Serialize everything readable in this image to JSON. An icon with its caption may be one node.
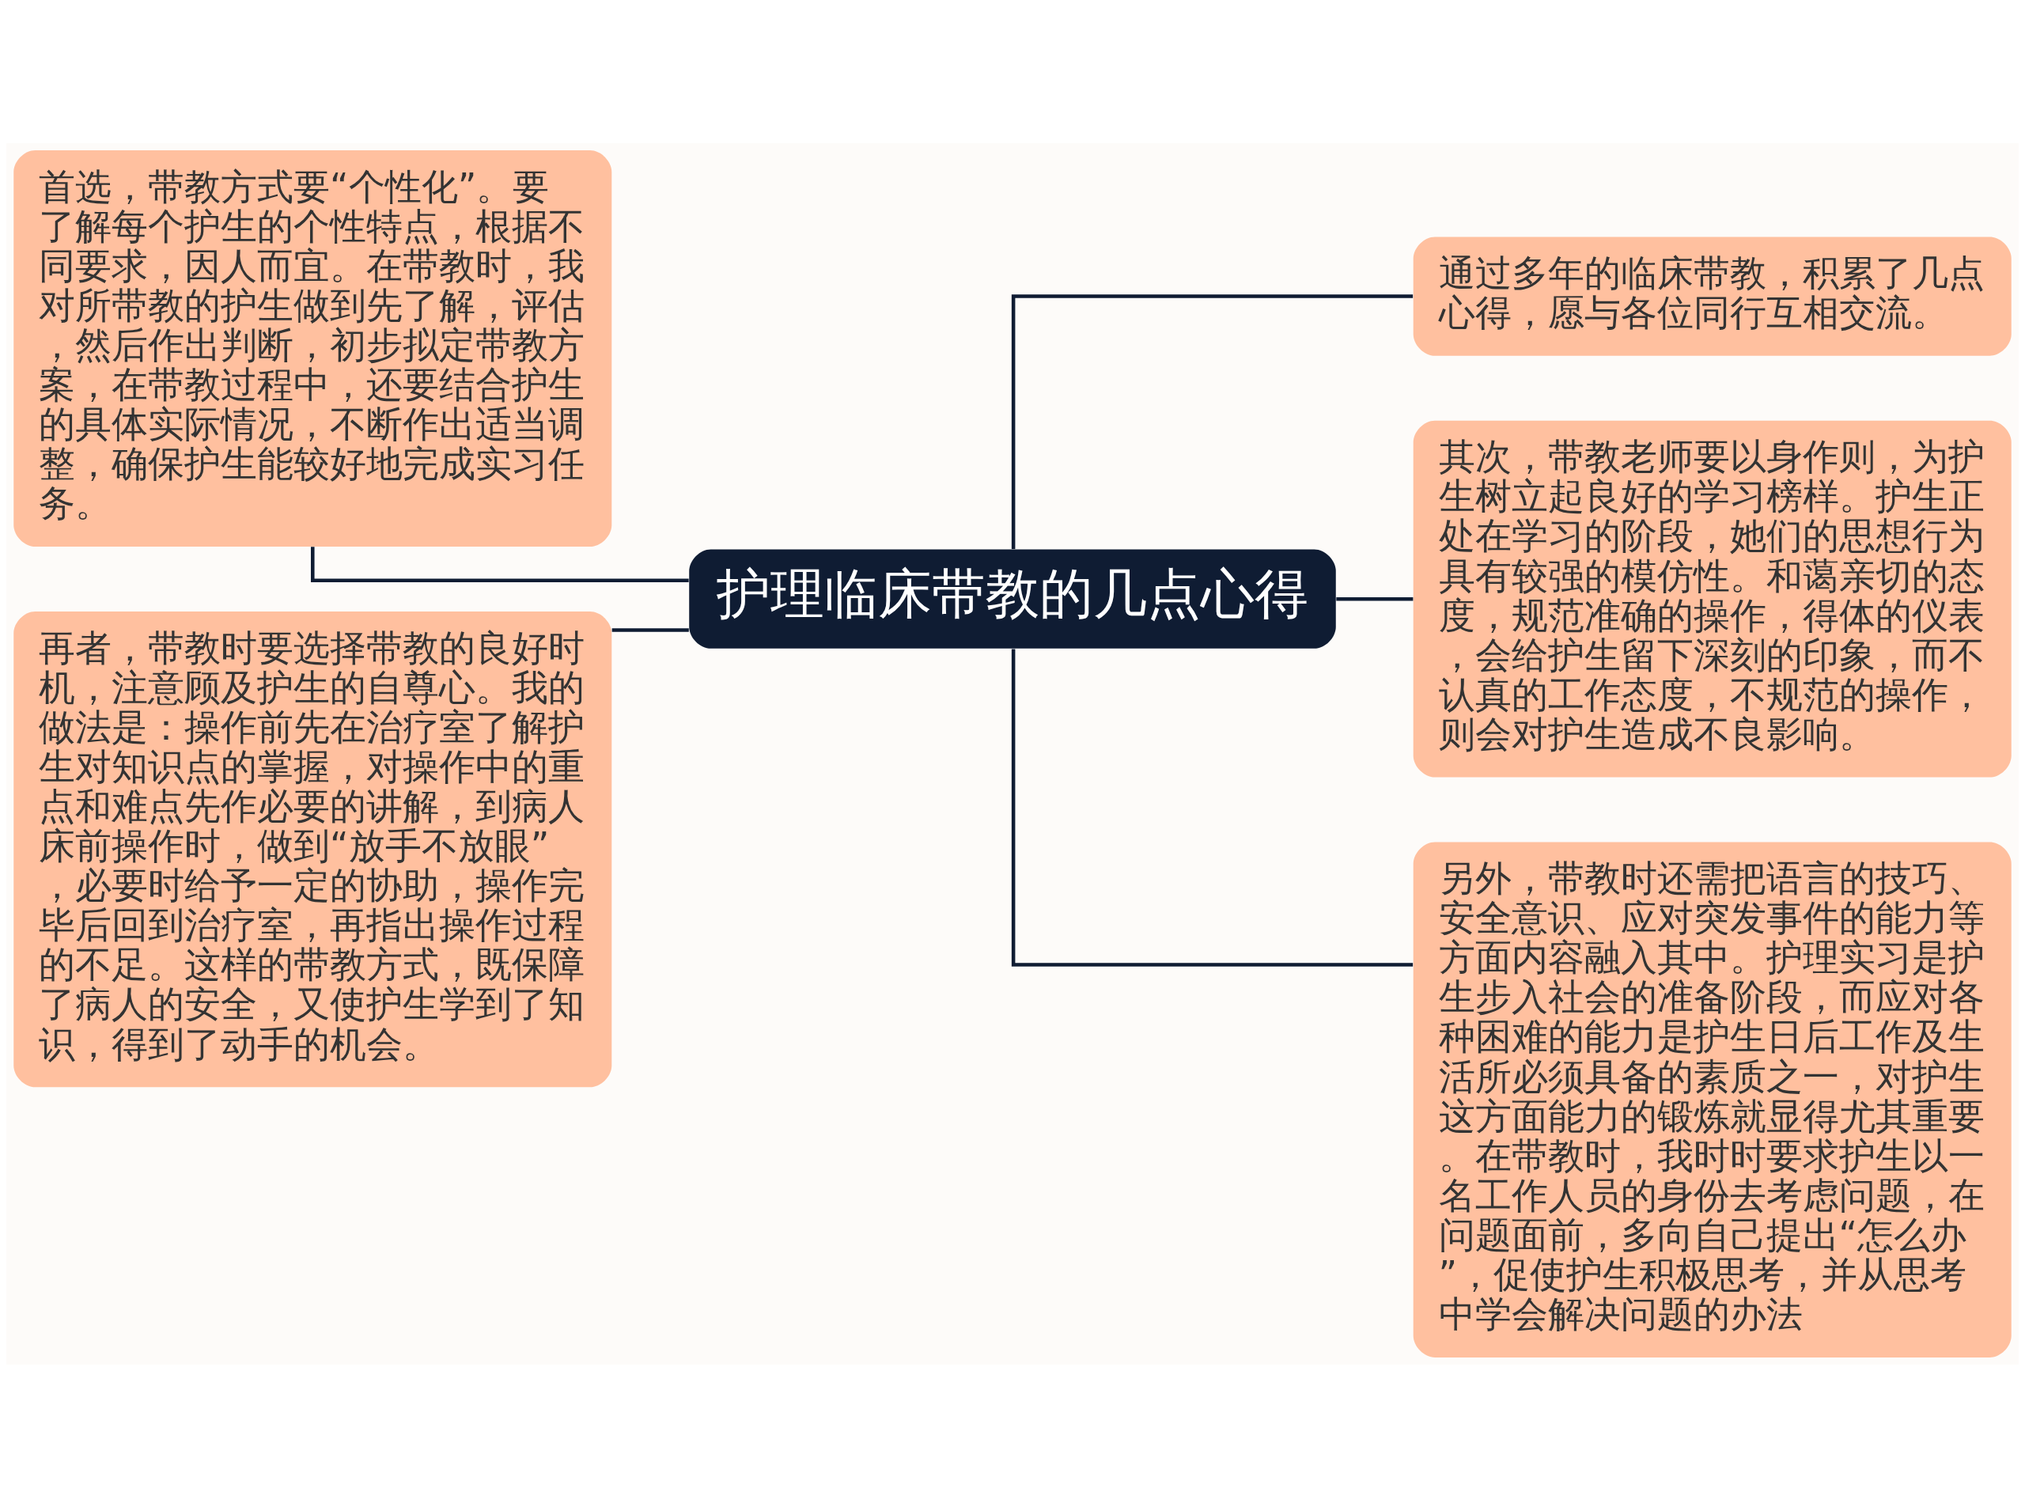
{
  "diagram": {
    "nodes": [
      {
        "text": [
          "护理临床带教的几点心得"
        ]
      },
      {
        "text": [
          "首选，带教方式要“个性化”。要了解每个护生的个性特点，根据不同要求，因人而宜。在带教时，我对所带教的护生做到先了解，评估，然后作出判断，初步拟定带教方案，在带教过程中，还要结合护生的具体实际情况，不断作出适当调整，确保护生能较好地完成实习任务。"
        ]
      },
      {
        "text": [
          "再者，带教时要选择带教的良好时机，注意顾及护生的自尊心。我的做法是：操作前先在治疗室了解护生对知识点的掌握，对操作中的重点和难点先作必要的讲解，到病人床前操作时，做到“放手不放眼”，必要时给予一定的协助，操作完毕后回到治疗室，再指出操作过程的不足。这样的带教方式，既保障了病人的安全，又使护生学到了知识，得到了动手的机会。"
        ]
      },
      {
        "text": [
          "通过多年的临床带教，积累了几点心得，愿与各位同行互相交流。"
        ]
      },
      {
        "text": [
          "其次，带教老师要以身作则，为护生树立起良好的学习榜样。护生正处在学习的阶段，她们的思想行为具有较强的模仿性。和蔼亲切的态度，规范准确的操作，得体的仪表，会给护生留下深刻的印象，而不认真的工作态度，不规范的操作，则会对护生造成不良影响。"
        ]
      },
      {
        "text": [
          "另外，带教时还需把语言的技巧、安全意识、应对突发事件的能力等方面内容融入其中。护理实习是护生步入社会的准备阶段，而应对各种困难的能力是护生日后工作及生活所必须具备的素质之一，对护生这方面能力的锻炼就显得尤其重要。在带教时，我时时要求护生以一名工作人员的身份去考虑问题，在问题面前，多向自己提出“怎么办”，促使护生积极思考，并从思考中学会解决问题的办法"
        ]
      }
    ],
    "edges": [
      {
        "from": 0,
        "to": 1,
        "arrow": "none"
      },
      {
        "from": 0,
        "to": 2,
        "arrow": "none"
      },
      {
        "from": 0,
        "to": 3,
        "arrow": "none"
      },
      {
        "from": 0,
        "to": 4,
        "arrow": "none"
      },
      {
        "from": 0,
        "to": 5,
        "arrow": "none"
      }
    ]
  }
}
